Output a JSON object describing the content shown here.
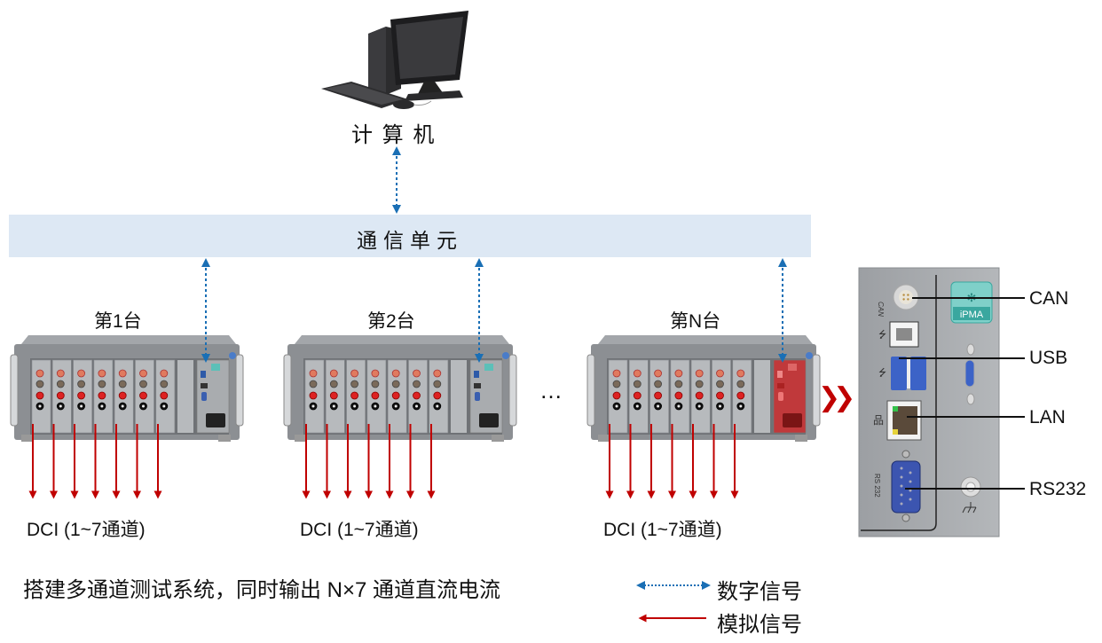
{
  "computer": {
    "label": "计 算 机",
    "icon": "desktop-computer-icon"
  },
  "comm_unit": {
    "label": "通信单元"
  },
  "units": [
    {
      "title": "第1台",
      "output_label": "DCI (1~7通道)",
      "channels": 7,
      "highlighted": false
    },
    {
      "title": "第2台",
      "output_label": "DCI (1~7通道)",
      "channels": 7,
      "highlighted": false
    },
    {
      "title": "第N台",
      "output_label": "DCI (1~7通道)",
      "channels": 7,
      "highlighted": true
    }
  ],
  "ellipsis": "…",
  "panel": {
    "ports": [
      {
        "label": "CAN"
      },
      {
        "label": "USB"
      },
      {
        "label": "LAN"
      },
      {
        "label": "RS232"
      }
    ],
    "silk": {
      "can": "CAN",
      "rs232": "RS 232"
    },
    "logo": "iPMA"
  },
  "caption": "搭建多通道测试系统，同时输出 N×7 通道直流电流",
  "legend": [
    {
      "label": "数字信号",
      "type": "digital"
    },
    {
      "label": "模拟信号",
      "type": "analog"
    }
  ],
  "colors": {
    "digital": "#1a6fb5",
    "analog": "#c00000",
    "comm_bar": "#dde8f4",
    "chassis": "#8c8f93",
    "highlight": "#c0393b"
  }
}
